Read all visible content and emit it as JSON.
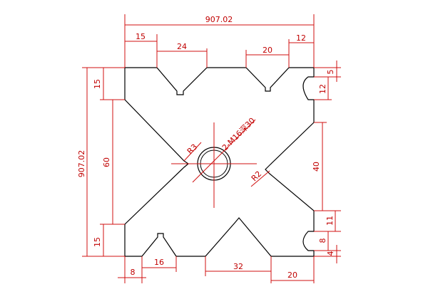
{
  "drawing": {
    "colors": {
      "outline": "#000000",
      "dimension": "#d01010",
      "background": "#ffffff"
    },
    "dims": {
      "overall_width": "907.02",
      "overall_height": "907.02",
      "top_left_15": "15",
      "top_24": "24",
      "top_20": "20",
      "top_right_12": "12",
      "right_5": "5",
      "right_12": "12",
      "right_40": "40",
      "right_11": "11",
      "right_8": "8",
      "right_4": "4",
      "left_15_top": "15",
      "left_60": "60",
      "left_15_bottom": "15",
      "bottom_8": "8",
      "bottom_16": "16",
      "bottom_32": "32",
      "bottom_20": "20"
    },
    "callouts": {
      "r3": "R3",
      "r2": "R2",
      "thread": "2-M16深30"
    }
  }
}
